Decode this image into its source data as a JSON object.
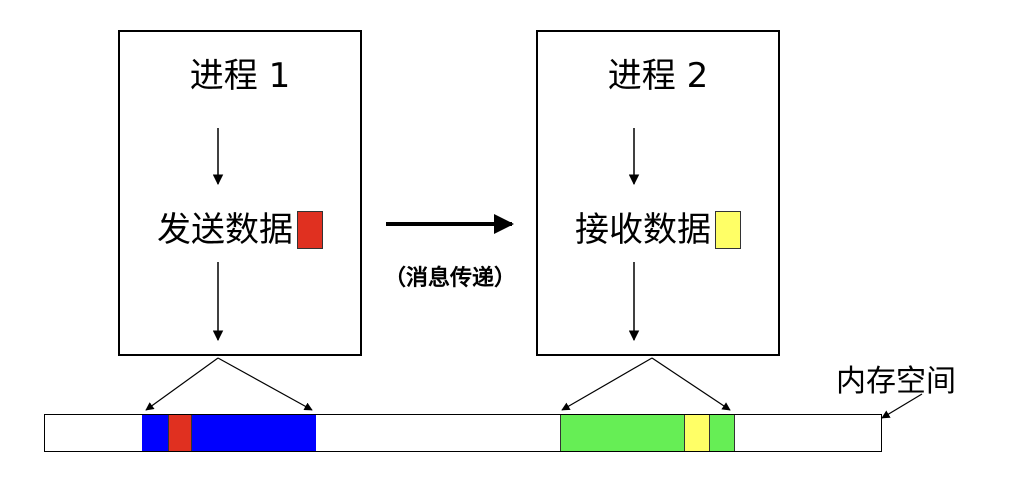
{
  "process1": {
    "title": "进程 1",
    "action": "发送数据",
    "data_color": "#e03020"
  },
  "process2": {
    "title": "进程 2",
    "action": "接收数据",
    "data_color": "#ffff66"
  },
  "message_label": "（消息传递）",
  "memory_label": "内存空间",
  "colors": {
    "process1_region": "#0000ff",
    "process2_region": "#66ee55",
    "sent_data": "#e03020",
    "received_data": "#ffff66"
  }
}
